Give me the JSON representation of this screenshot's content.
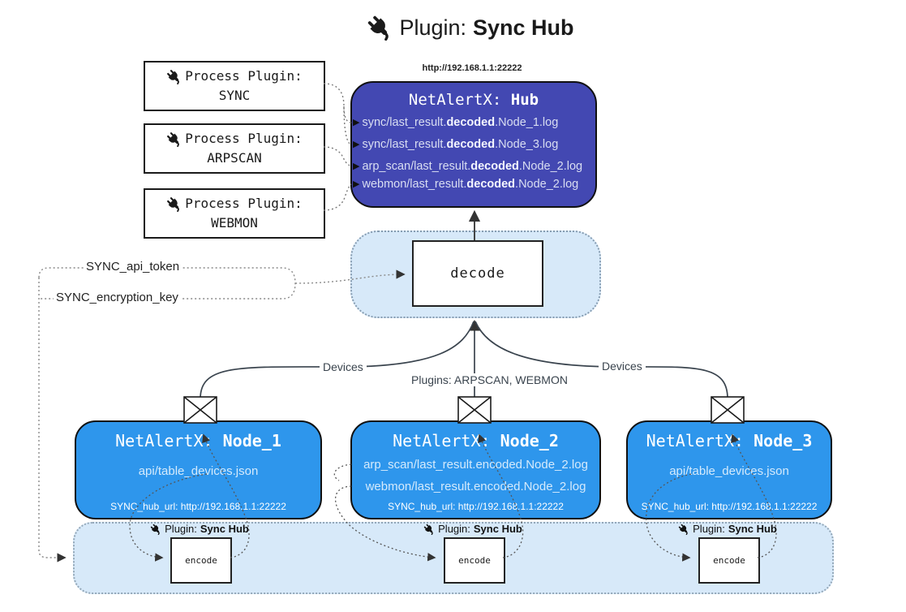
{
  "title": {
    "prefix": "Plugin:",
    "name": "Sync Hub"
  },
  "process_plugins": [
    {
      "label": "Process Plugin:",
      "name": "SYNC"
    },
    {
      "label": "Process Plugin:",
      "name": "ARPSCAN"
    },
    {
      "label": "Process Plugin:",
      "name": "WEBMON"
    }
  ],
  "hub": {
    "url": "http://192.168.1.1:22222",
    "title_prefix": "NetAlertX:",
    "title_name": "Hub",
    "logs": [
      {
        "pre": "sync/last_result.",
        "bold": "decoded",
        "post": ".Node_1.log"
      },
      {
        "pre": "sync/last_result.",
        "bold": "decoded",
        "post": ".Node_3.log"
      },
      {
        "pre": "arp_scan/last_result.",
        "bold": "decoded",
        "post": ".Node_2.log"
      },
      {
        "pre": "webmon/last_result.",
        "bold": "decoded",
        "post": ".Node_2.log"
      }
    ],
    "marker": "▶"
  },
  "decode": {
    "label": "decode"
  },
  "config": {
    "api_token": "SYNC_api_token",
    "encryption_key": "SYNC_encryption_key"
  },
  "edges": {
    "devices_left": "Devices",
    "devices_right": "Devices",
    "plugins_mid": "Plugins: ARPSCAN, WEBMON"
  },
  "nodes": [
    {
      "title_prefix": "NetAlertX:",
      "title_name": "Node_1",
      "files": [
        "api/table_devices.json"
      ],
      "hub_url": "SYNC_hub_url: http://192.168.1.1:22222"
    },
    {
      "title_prefix": "NetAlertX:",
      "title_name": "Node_2",
      "files": [
        "arp_scan/last_result.encoded.Node_2.log",
        "webmon/last_result.encoded.Node_2.log"
      ],
      "hub_url": "SYNC_hub_url: http://192.168.1.1:22222"
    },
    {
      "title_prefix": "NetAlertX:",
      "title_name": "Node_3",
      "files": [
        "api/table_devices.json"
      ],
      "hub_url": "SYNC_hub_url: http://192.168.1.1:22222"
    }
  ],
  "encode_bar": {
    "plugin_prefix": "Plugin:",
    "plugin_name": "Sync Hub",
    "encode_label": "encode"
  },
  "colors": {
    "hub_bg": "#4348b2",
    "node_bg": "#2e96ec",
    "light_blue_bg": "#d7e9f9",
    "line_dark": "#3a444e",
    "border_dark": "#101010"
  }
}
